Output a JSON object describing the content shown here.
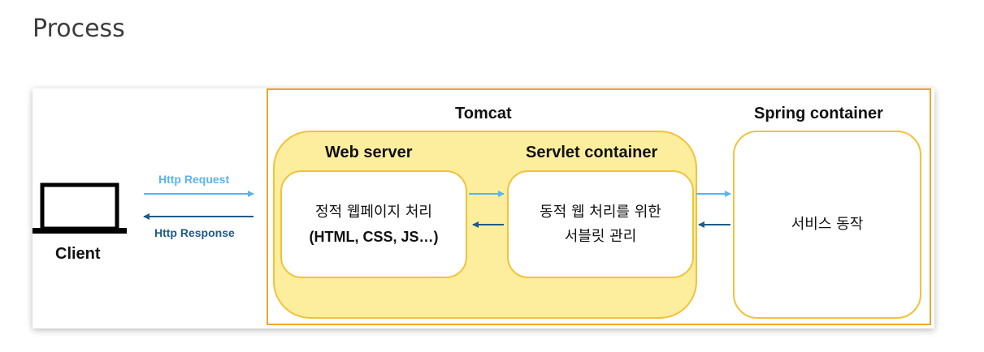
{
  "page": {
    "heading": "Process"
  },
  "diagram": {
    "client": {
      "label": "Client",
      "icon": "laptop-icon"
    },
    "request": {
      "label": "Http Request",
      "color": "#5ab4f0"
    },
    "response": {
      "label": "Http Response",
      "color": "#1f5b8a"
    },
    "tomcat": {
      "label": "Tomcat",
      "border_color": "#f0a431"
    },
    "web_server": {
      "label": "Web server",
      "line1": "정적 웹페이지 처리",
      "line2": "(HTML, CSS, JS…)"
    },
    "servlet_container": {
      "label": "Servlet container",
      "line1": "동적 웹 처리를 위한",
      "line2": "서블릿 관리"
    },
    "spring_container": {
      "label": "Spring container",
      "line1": "서비스 동작"
    },
    "colors": {
      "yellow_fill": "#fdee9e",
      "yellow_border": "#f3c13b"
    }
  }
}
